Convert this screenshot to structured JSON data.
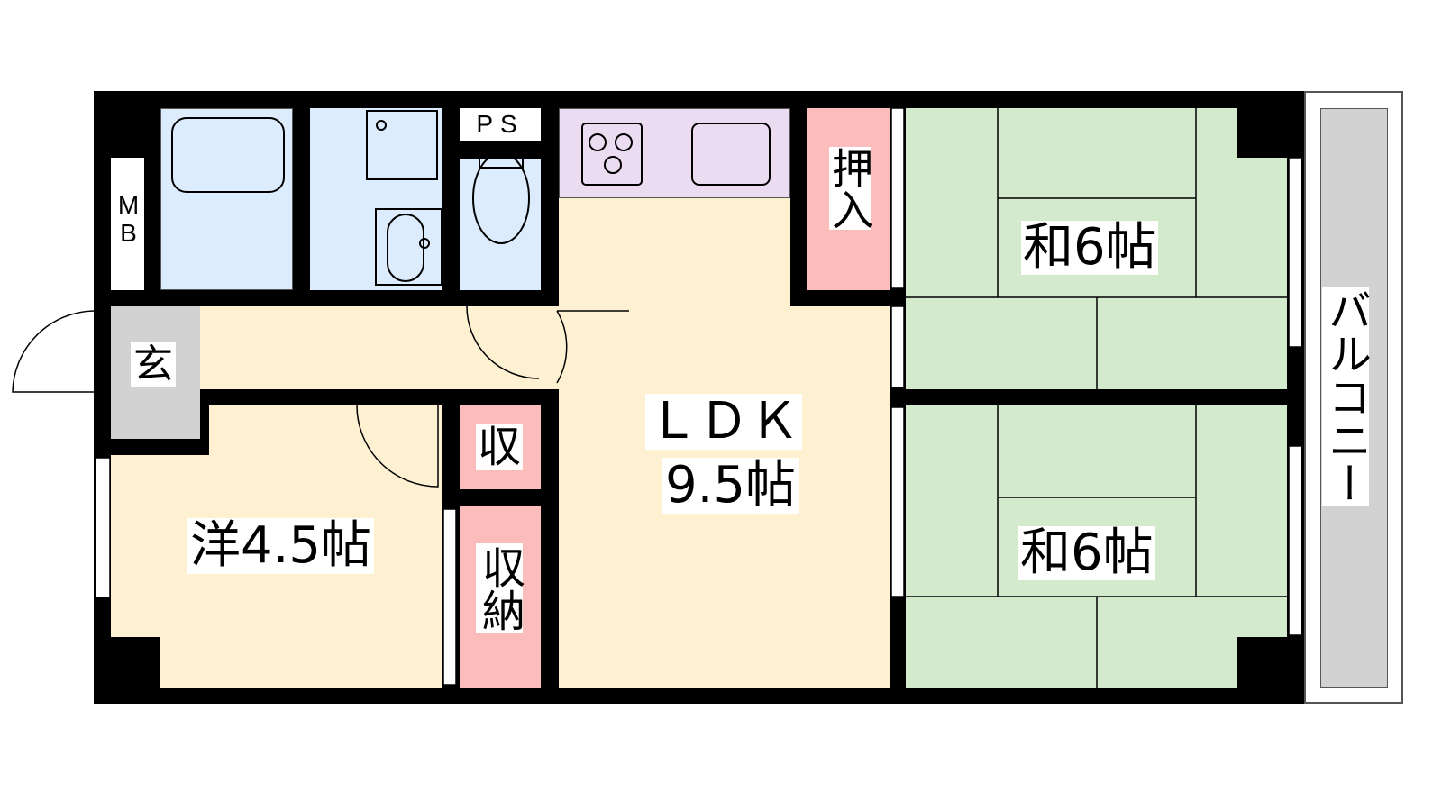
{
  "rooms": {
    "mb": "MB",
    "ps": "PS",
    "genkan": "玄",
    "oshiire": "押入",
    "washitsu_top": "和6帖",
    "washitsu_bottom": "和6帖",
    "ldk_name": "ＬＤＫ",
    "ldk_size": "9.5帖",
    "western": "洋4.5帖",
    "storage_small": "収",
    "storage": "収納",
    "balcony": "バルコニー"
  },
  "colors": {
    "wet_area": "#dcecfc",
    "floor": "#fdf1d2",
    "tatami": "#d3ebcc",
    "storage": "#fdbcbc",
    "kitchen": "#ebdcf2",
    "entrance": "#d2d2d2"
  }
}
